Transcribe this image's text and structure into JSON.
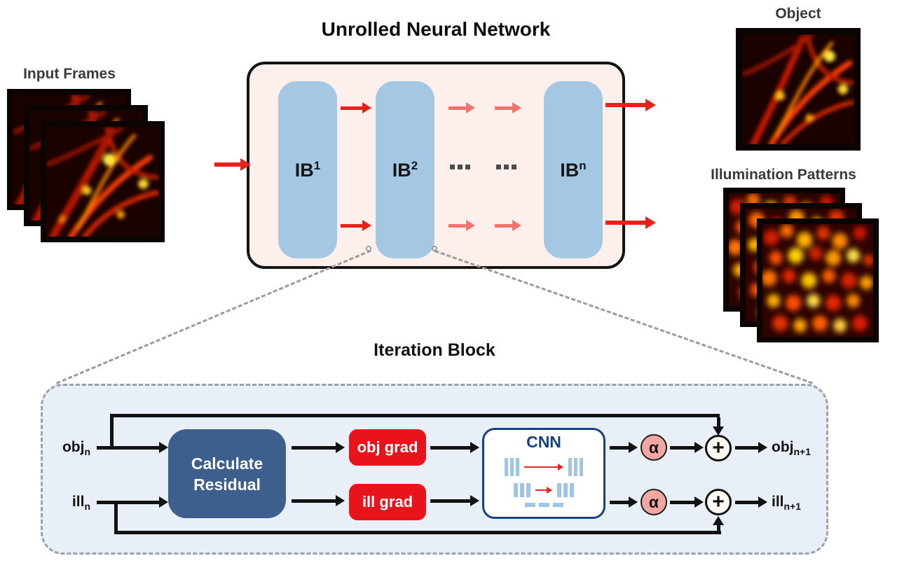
{
  "unrolled": {
    "title": "Unrolled Neural Network",
    "input_frames_label": "Input Frames",
    "object_label": "Object",
    "illumination_label": "Illumination Patterns",
    "blocks": [
      {
        "base": "IB",
        "sup": "1"
      },
      {
        "base": "IB",
        "sup": "2"
      },
      {
        "base": "IB",
        "sup": "n"
      }
    ]
  },
  "iteration": {
    "title": "Iteration Block",
    "inputs": [
      {
        "base": "obj",
        "sub": "n"
      },
      {
        "base": "ill",
        "sub": "n"
      }
    ],
    "outputs": [
      {
        "base": "obj",
        "sub": "n+1"
      },
      {
        "base": "ill",
        "sub": "n+1"
      }
    ],
    "residual_line1": "Calculate",
    "residual_line2": "Residual",
    "obj_grad_label": "obj grad",
    "ill_grad_label": "ill grad",
    "cnn_label": "CNN",
    "alpha_symbol": "α",
    "plus_symbol": "+"
  },
  "colors": {
    "arrow_red": "#e8201a",
    "arrow_red_faded": "#f4736c",
    "pill_blue": "#a4c7e3",
    "network_panel_pink": "#fcefec",
    "iteration_panel_blue": "#e9eff7",
    "residual_navy": "#3d5f8d",
    "grad_red": "#e8131b",
    "cnn_navy": "#17427f",
    "cnn_bar_blue": "#9ec5e8",
    "alpha_pink": "#f3a7a2",
    "line_black": "#111111",
    "dash_gray": "#9b9b9b"
  }
}
